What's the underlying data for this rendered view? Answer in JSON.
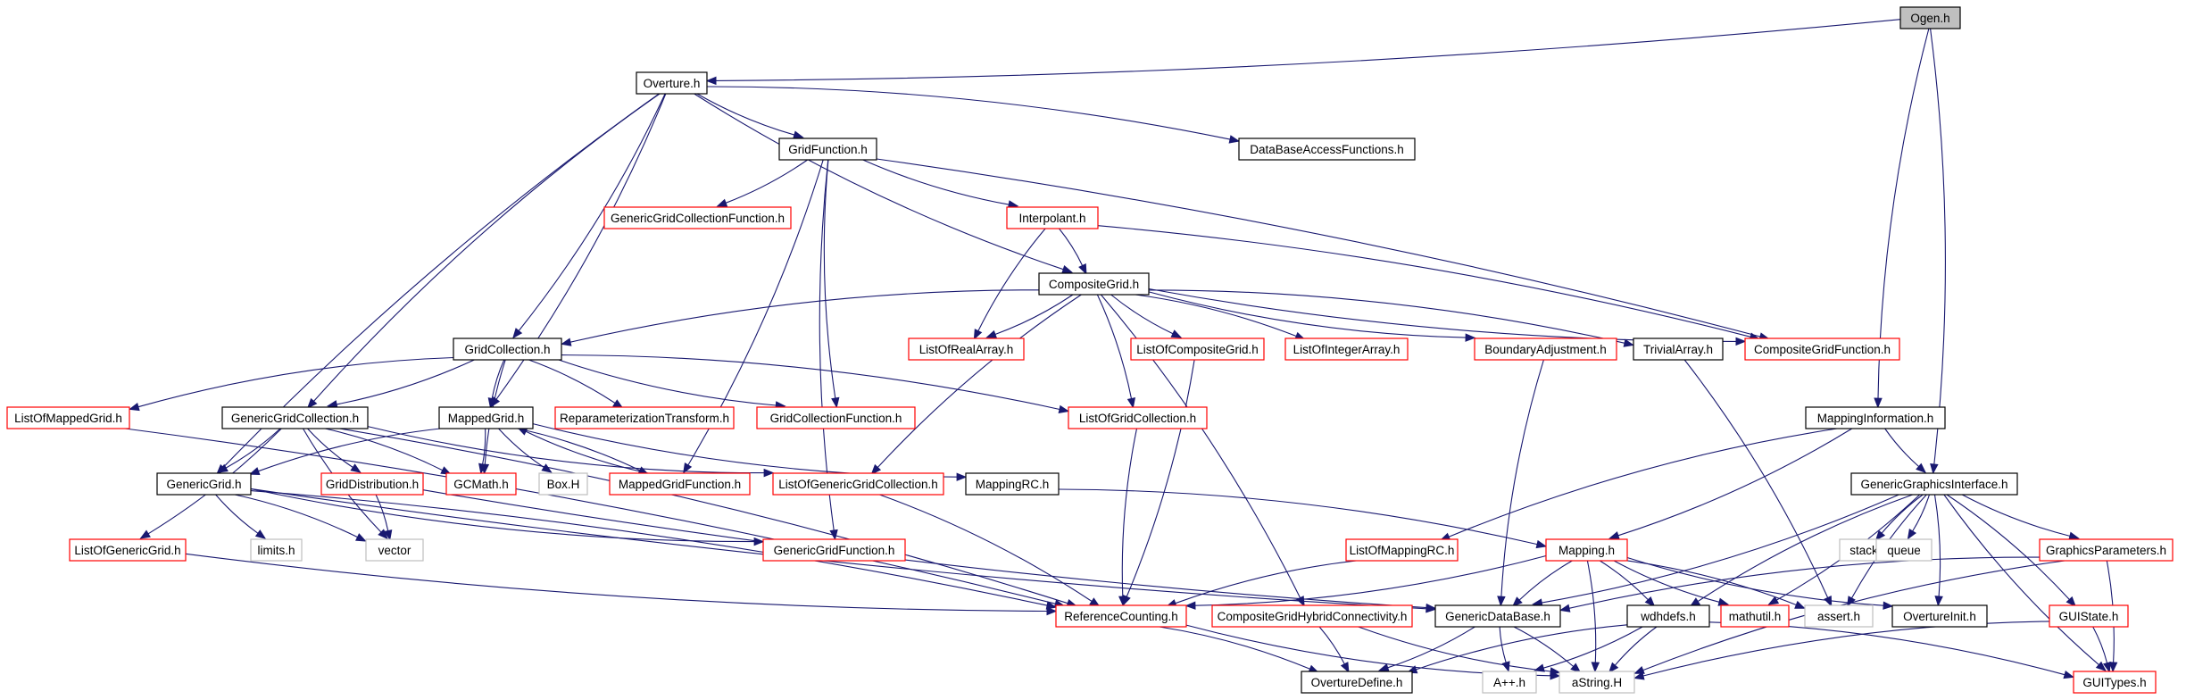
{
  "graph": {
    "title": "",
    "colors": {
      "edge": "#191970",
      "border_documented": "#000000",
      "border_undocumented": "#ff0000",
      "border_external": "#bfbfbf",
      "fill_root": "#bfbfbf",
      "fill_default": "#ffffff",
      "text": "#000000"
    },
    "nodes": [
      {
        "id": "ogen",
        "label": "Ogen.h",
        "kind": "root"
      },
      {
        "id": "overture",
        "label": "Overture.h",
        "kind": "documented"
      },
      {
        "id": "gridfunction",
        "label": "GridFunction.h",
        "kind": "documented"
      },
      {
        "id": "databaseaccess",
        "label": "DataBaseAccessFunctions.h",
        "kind": "documented"
      },
      {
        "id": "ggcf",
        "label": "GenericGridCollectionFunction.h",
        "kind": "undocumented"
      },
      {
        "id": "interpolant",
        "label": "Interpolant.h",
        "kind": "undocumented"
      },
      {
        "id": "compositegrid",
        "label": "CompositeGrid.h",
        "kind": "documented"
      },
      {
        "id": "gridcollection",
        "label": "GridCollection.h",
        "kind": "documented"
      },
      {
        "id": "listofrealarray",
        "label": "ListOfRealArray.h",
        "kind": "undocumented"
      },
      {
        "id": "listofcompositegrid",
        "label": "ListOfCompositeGrid.h",
        "kind": "undocumented"
      },
      {
        "id": "listofintegerarray",
        "label": "ListOfIntegerArray.h",
        "kind": "undocumented"
      },
      {
        "id": "boundaryadjustment",
        "label": "BoundaryAdjustment.h",
        "kind": "undocumented"
      },
      {
        "id": "trivialarray",
        "label": "TrivialArray.h",
        "kind": "documented"
      },
      {
        "id": "compositegridfunction",
        "label": "CompositeGridFunction.h",
        "kind": "undocumented"
      },
      {
        "id": "listofmappedgrid",
        "label": "ListOfMappedGrid.h",
        "kind": "undocumented"
      },
      {
        "id": "genericgridcollection",
        "label": "GenericGridCollection.h",
        "kind": "documented"
      },
      {
        "id": "mappedgrid",
        "label": "MappedGrid.h",
        "kind": "documented"
      },
      {
        "id": "reparam",
        "label": "ReparameterizationTransform.h",
        "kind": "undocumented"
      },
      {
        "id": "gridcollectionfunction",
        "label": "GridCollectionFunction.h",
        "kind": "undocumented"
      },
      {
        "id": "listofgridcollection",
        "label": "ListOfGridCollection.h",
        "kind": "undocumented"
      },
      {
        "id": "mappinginformation",
        "label": "MappingInformation.h",
        "kind": "documented"
      },
      {
        "id": "genericgrid",
        "label": "GenericGrid.h",
        "kind": "documented"
      },
      {
        "id": "griddistribution",
        "label": "GridDistribution.h",
        "kind": "undocumented"
      },
      {
        "id": "gcmath",
        "label": "GCMath.h",
        "kind": "undocumented"
      },
      {
        "id": "boxh",
        "label": "Box.H",
        "kind": "external"
      },
      {
        "id": "mappedgridfunction",
        "label": "MappedGridFunction.h",
        "kind": "undocumented"
      },
      {
        "id": "listofgenericgridcollection",
        "label": "ListOfGenericGridCollection.h",
        "kind": "undocumented"
      },
      {
        "id": "mappingrc",
        "label": "MappingRC.h",
        "kind": "documented"
      },
      {
        "id": "genericgraphicsinterface",
        "label": "GenericGraphicsInterface.h",
        "kind": "documented"
      },
      {
        "id": "limits",
        "label": "limits.h",
        "kind": "external"
      },
      {
        "id": "vector",
        "label": "vector",
        "kind": "external"
      },
      {
        "id": "listofgenericgrid",
        "label": "ListOfGenericGrid.h",
        "kind": "undocumented"
      },
      {
        "id": "genericgridfunction",
        "label": "GenericGridFunction.h",
        "kind": "undocumented"
      },
      {
        "id": "listofmappingrc",
        "label": "ListOfMappingRC.h",
        "kind": "undocumented"
      },
      {
        "id": "mapping",
        "label": "Mapping.h",
        "kind": "undocumented"
      },
      {
        "id": "stack",
        "label": "stack",
        "kind": "external"
      },
      {
        "id": "queue",
        "label": "queue",
        "kind": "external"
      },
      {
        "id": "graphicsparameters",
        "label": "GraphicsParameters.h",
        "kind": "undocumented"
      },
      {
        "id": "referencecounting",
        "label": "ReferenceCounting.h",
        "kind": "undocumented"
      },
      {
        "id": "cghc",
        "label": "CompositeGridHybridConnectivity.h",
        "kind": "undocumented"
      },
      {
        "id": "genericdatabase",
        "label": "GenericDataBase.h",
        "kind": "documented"
      },
      {
        "id": "wdhdefs",
        "label": "wdhdefs.h",
        "kind": "documented"
      },
      {
        "id": "mathutil",
        "label": "mathutil.h",
        "kind": "undocumented"
      },
      {
        "id": "asserth",
        "label": "assert.h",
        "kind": "external"
      },
      {
        "id": "overtureinit",
        "label": "OvertureInit.h",
        "kind": "documented"
      },
      {
        "id": "guistate",
        "label": "GUIState.h",
        "kind": "undocumented"
      },
      {
        "id": "overturedefine",
        "label": "OvertureDefine.h",
        "kind": "documented"
      },
      {
        "id": "appph",
        "label": "A++.h",
        "kind": "external"
      },
      {
        "id": "astring",
        "label": "aString.H",
        "kind": "external"
      },
      {
        "id": "guitypes",
        "label": "GUITypes.h",
        "kind": "undocumented"
      }
    ],
    "edges": [
      [
        "ogen",
        "overture"
      ],
      [
        "ogen",
        "mappinginformation"
      ],
      [
        "ogen",
        "genericgraphicsinterface"
      ],
      [
        "overture",
        "gridfunction"
      ],
      [
        "overture",
        "databaseaccess"
      ],
      [
        "overture",
        "compositegrid"
      ],
      [
        "overture",
        "gridcollection"
      ],
      [
        "overture",
        "genericgridcollection"
      ],
      [
        "overture",
        "mappedgrid"
      ],
      [
        "overture",
        "genericgrid"
      ],
      [
        "gridfunction",
        "ggcf"
      ],
      [
        "gridfunction",
        "interpolant"
      ],
      [
        "gridfunction",
        "compositegridfunction"
      ],
      [
        "gridfunction",
        "gridcollectionfunction"
      ],
      [
        "gridfunction",
        "mappedgridfunction"
      ],
      [
        "gridfunction",
        "genericgridfunction"
      ],
      [
        "interpolant",
        "compositegrid"
      ],
      [
        "interpolant",
        "listofrealarray"
      ],
      [
        "interpolant",
        "compositegridfunction"
      ],
      [
        "compositegrid",
        "gridcollection"
      ],
      [
        "compositegrid",
        "listofrealarray"
      ],
      [
        "compositegrid",
        "listofcompositegrid"
      ],
      [
        "compositegrid",
        "listofintegerarray"
      ],
      [
        "compositegrid",
        "boundaryadjustment"
      ],
      [
        "compositegrid",
        "trivialarray"
      ],
      [
        "compositegrid",
        "compositegridfunction"
      ],
      [
        "compositegrid",
        "listofgridcollection"
      ],
      [
        "compositegrid",
        "listofgenericgridcollection"
      ],
      [
        "compositegrid",
        "cghc"
      ],
      [
        "gridcollection",
        "listofmappedgrid"
      ],
      [
        "gridcollection",
        "genericgridcollection"
      ],
      [
        "gridcollection",
        "mappedgrid"
      ],
      [
        "gridcollection",
        "reparam"
      ],
      [
        "gridcollection",
        "gridcollectionfunction"
      ],
      [
        "gridcollection",
        "listofgridcollection"
      ],
      [
        "gridcollection",
        "gcmath"
      ],
      [
        "genericgridcollection",
        "genericgrid"
      ],
      [
        "genericgridcollection",
        "griddistribution"
      ],
      [
        "genericgridcollection",
        "gcmath"
      ],
      [
        "genericgridcollection",
        "listofgenericgridcollection"
      ],
      [
        "genericgridcollection",
        "listofgenericgrid"
      ],
      [
        "genericgridcollection",
        "vector"
      ],
      [
        "genericgridcollection",
        "referencecounting"
      ],
      [
        "mappedgrid",
        "genericgrid"
      ],
      [
        "mappedgrid",
        "gcmath"
      ],
      [
        "mappedgrid",
        "boxh"
      ],
      [
        "mappedgrid",
        "mappedgridfunction"
      ],
      [
        "mappedgrid",
        "mappingrc"
      ],
      [
        "mappedgridfunction",
        "mappedgrid"
      ],
      [
        "genericgrid",
        "limits"
      ],
      [
        "genericgrid",
        "vector"
      ],
      [
        "genericgrid",
        "genericgridfunction"
      ],
      [
        "genericgrid",
        "referencecounting"
      ],
      [
        "genericgrid",
        "genericdatabase"
      ],
      [
        "griddistribution",
        "vector"
      ],
      [
        "griddistribution",
        "genericdatabase"
      ],
      [
        "listofmappedgrid",
        "referencecounting"
      ],
      [
        "listofgenericgrid",
        "referencecounting"
      ],
      [
        "listofgenericgridcollection",
        "referencecounting"
      ],
      [
        "listofgridcollection",
        "referencecounting"
      ],
      [
        "listofcompositegrid",
        "referencecounting"
      ],
      [
        "listofmappingrc",
        "referencecounting"
      ],
      [
        "mappingrc",
        "mapping"
      ],
      [
        "mappinginformation",
        "listofmappingrc"
      ],
      [
        "mappinginformation",
        "mapping"
      ],
      [
        "mappinginformation",
        "genericgraphicsinterface"
      ],
      [
        "genericgraphicsinterface",
        "genericdatabase"
      ],
      [
        "genericgraphicsinterface",
        "wdhdefs"
      ],
      [
        "genericgraphicsinterface",
        "mathutil"
      ],
      [
        "genericgraphicsinterface",
        "asserth"
      ],
      [
        "genericgraphicsinterface",
        "overtureinit"
      ],
      [
        "genericgraphicsinterface",
        "stack"
      ],
      [
        "genericgraphicsinterface",
        "queue"
      ],
      [
        "genericgraphicsinterface",
        "graphicsparameters"
      ],
      [
        "genericgraphicsinterface",
        "guistate"
      ],
      [
        "genericgraphicsinterface",
        "guitypes"
      ],
      [
        "mapping",
        "referencecounting"
      ],
      [
        "mapping",
        "genericdatabase"
      ],
      [
        "mapping",
        "wdhdefs"
      ],
      [
        "mapping",
        "mathutil"
      ],
      [
        "mapping",
        "asserth"
      ],
      [
        "mapping",
        "overtureinit"
      ],
      [
        "mapping",
        "astring"
      ],
      [
        "graphicsparameters",
        "genericdatabase"
      ],
      [
        "graphicsparameters",
        "guitypes"
      ],
      [
        "graphicsparameters",
        "astring"
      ],
      [
        "guistate",
        "guitypes"
      ],
      [
        "guistate",
        "astring"
      ],
      [
        "trivialarray",
        "asserth"
      ],
      [
        "boundaryadjustment",
        "genericdatabase"
      ],
      [
        "referencecounting",
        "overturedefine"
      ],
      [
        "referencecounting",
        "astring"
      ],
      [
        "cghc",
        "overturedefine"
      ],
      [
        "cghc",
        "astring"
      ],
      [
        "genericdatabase",
        "overturedefine"
      ],
      [
        "genericdatabase",
        "appph"
      ],
      [
        "genericdatabase",
        "astring"
      ],
      [
        "wdhdefs",
        "overturedefine"
      ],
      [
        "wdhdefs",
        "appph"
      ],
      [
        "wdhdefs",
        "astring"
      ],
      [
        "wdhdefs",
        "guitypes"
      ]
    ]
  }
}
